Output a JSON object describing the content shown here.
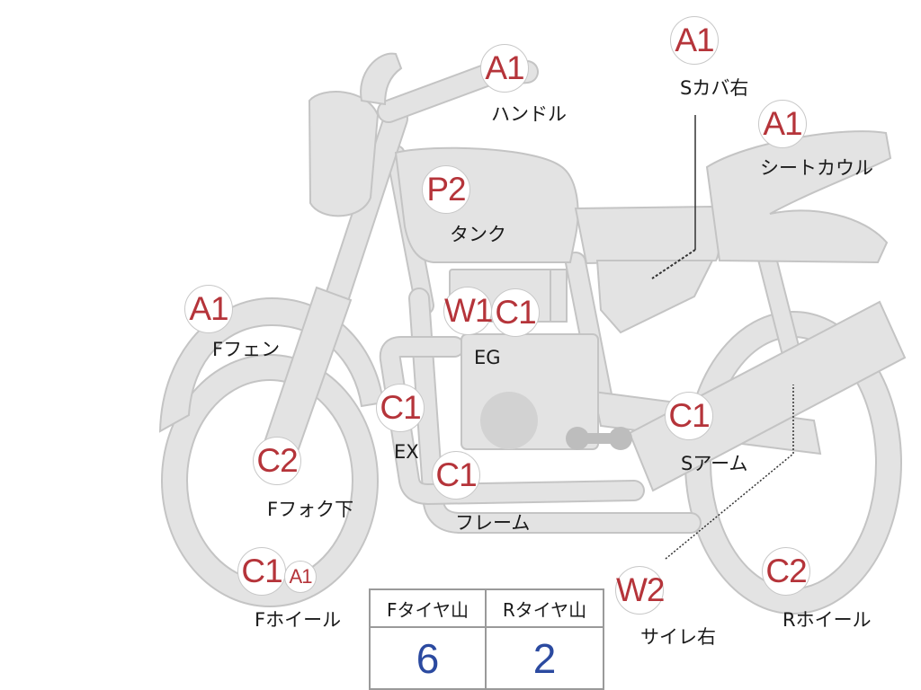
{
  "colors": {
    "grade_text": "#b5343a",
    "label_text": "#1a1a1a",
    "tire_value": "#2b4aa0",
    "body_fill": "#e3e3e3",
    "body_stroke": "#c4c4c4",
    "footpeg": "#bdbdbd"
  },
  "parts": {
    "handle": {
      "grade": "A1",
      "label": "ハンドル"
    },
    "side_cover_right": {
      "grade": "A1",
      "label": "Sカバ右"
    },
    "seat_cowl": {
      "grade": "A1",
      "label": "シートカウル"
    },
    "tank": {
      "grade": "P2",
      "label": "タンク"
    },
    "front_fender": {
      "grade": "A1",
      "label": "Fフェン"
    },
    "engine": {
      "grades": [
        "W1",
        "C1"
      ],
      "label": "EG"
    },
    "exhaust": {
      "grade": "C1",
      "label": "EX"
    },
    "swing_arm": {
      "grade": "C1",
      "label": "Sアーム"
    },
    "front_fork_lower": {
      "grade": "C2",
      "label": "Fフォク下"
    },
    "frame": {
      "grade": "C1",
      "label": "フレーム"
    },
    "front_wheel": {
      "grades": [
        "C1",
        "A1"
      ],
      "label": "Fホイール"
    },
    "silencer_right": {
      "grade": "W2",
      "label": "サイレ右"
    },
    "rear_wheel": {
      "grade": "C2",
      "label": "Rホイール"
    }
  },
  "tire_tread": {
    "headers": [
      "Fタイヤ山",
      "Rタイヤ山"
    ],
    "values": [
      "6",
      "2"
    ]
  }
}
